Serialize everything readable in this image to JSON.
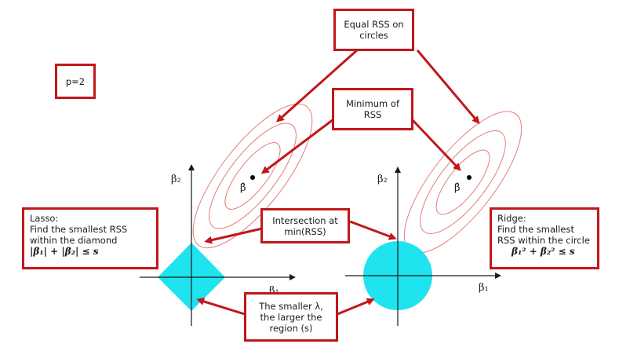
{
  "boxes": {
    "equal_rss": {
      "lines": [
        "Equal RSS on",
        "circles"
      ]
    },
    "p_label": {
      "text": "p=2"
    },
    "minimum_rss": {
      "lines": [
        "Minimum of",
        "RSS"
      ]
    },
    "intersection": {
      "lines": [
        "Intersection at",
        "min(RSS)"
      ]
    },
    "lasso": {
      "lines": [
        "Lasso:",
        "Find the smallest RSS",
        "within the diamond"
      ],
      "formula": "|β₁| + |β₂| ≤ s"
    },
    "ridge": {
      "lines": [
        "Ridge:",
        "Find the smallest",
        "RSS within the circle"
      ],
      "formula": "β₁² + β₂² ≤ s"
    },
    "smaller_lambda": {
      "lines": [
        "The smaller λ,",
        "the larger the",
        "region (s)"
      ]
    }
  },
  "axes": {
    "left": {
      "x_label": "β₁",
      "y_label": "β₂",
      "estimate": "β̂"
    },
    "right": {
      "x_label": "β₁",
      "y_label": "β₂",
      "estimate": "β̂"
    }
  },
  "colors": {
    "frame": "#c0181b",
    "region": "#1fe3ee",
    "ellipse": "#e77a7a",
    "axis": "#1a1a1a"
  }
}
